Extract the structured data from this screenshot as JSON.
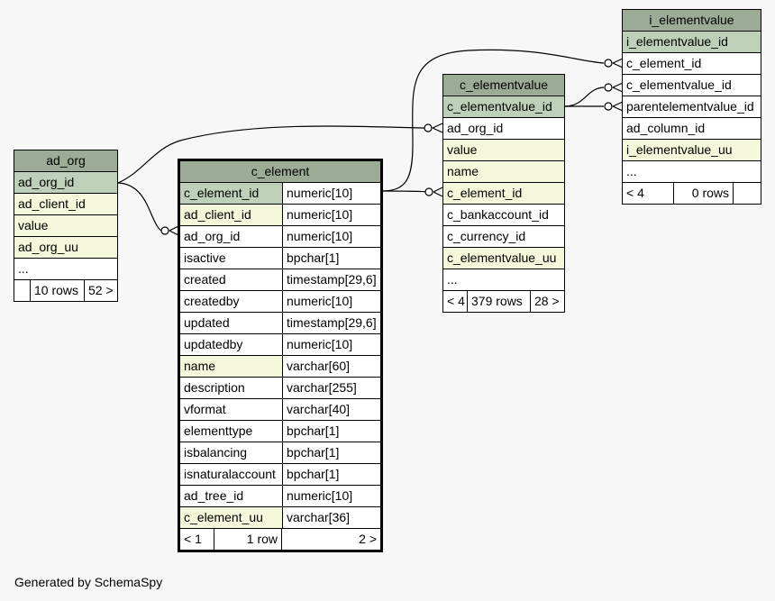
{
  "tables": {
    "ad_org": {
      "name": "ad_org",
      "rows": [
        {
          "col": "ad_org_id",
          "kind": "pk"
        },
        {
          "col": "ad_client_id",
          "kind": "idx"
        },
        {
          "col": "value",
          "kind": "idx"
        },
        {
          "col": "ad_org_uu",
          "kind": "idx"
        },
        {
          "col": "...",
          "kind": "plain"
        }
      ],
      "footer": [
        "",
        "10 rows",
        "52 >"
      ]
    },
    "c_element": {
      "name": "c_element",
      "rows": [
        {
          "col": "c_element_id",
          "type": "numeric[10]",
          "kind": "pk"
        },
        {
          "col": "ad_client_id",
          "type": "numeric[10]",
          "kind": "idx"
        },
        {
          "col": "ad_org_id",
          "type": "numeric[10]",
          "kind": "plain"
        },
        {
          "col": "isactive",
          "type": "bpchar[1]",
          "kind": "plain"
        },
        {
          "col": "created",
          "type": "timestamp[29,6]",
          "kind": "plain"
        },
        {
          "col": "createdby",
          "type": "numeric[10]",
          "kind": "plain"
        },
        {
          "col": "updated",
          "type": "timestamp[29,6]",
          "kind": "plain"
        },
        {
          "col": "updatedby",
          "type": "numeric[10]",
          "kind": "plain"
        },
        {
          "col": "name",
          "type": "varchar[60]",
          "kind": "idx"
        },
        {
          "col": "description",
          "type": "varchar[255]",
          "kind": "plain"
        },
        {
          "col": "vformat",
          "type": "varchar[40]",
          "kind": "plain"
        },
        {
          "col": "elementtype",
          "type": "bpchar[1]",
          "kind": "plain"
        },
        {
          "col": "isbalancing",
          "type": "bpchar[1]",
          "kind": "plain"
        },
        {
          "col": "isnaturalaccount",
          "type": "bpchar[1]",
          "kind": "plain"
        },
        {
          "col": "ad_tree_id",
          "type": "numeric[10]",
          "kind": "plain"
        },
        {
          "col": "c_element_uu",
          "type": "varchar[36]",
          "kind": "idx"
        }
      ],
      "footer": [
        "< 1",
        "1 row",
        "2 >"
      ]
    },
    "c_elementvalue": {
      "name": "c_elementvalue",
      "rows": [
        {
          "col": "c_elementvalue_id",
          "kind": "pk"
        },
        {
          "col": "ad_org_id",
          "kind": "plain"
        },
        {
          "col": "value",
          "kind": "idx"
        },
        {
          "col": "name",
          "kind": "idx"
        },
        {
          "col": "c_element_id",
          "kind": "idx"
        },
        {
          "col": "c_bankaccount_id",
          "kind": "plain"
        },
        {
          "col": "c_currency_id",
          "kind": "plain"
        },
        {
          "col": "c_elementvalue_uu",
          "kind": "idx"
        },
        {
          "col": "...",
          "kind": "plain"
        }
      ],
      "footer": [
        "< 4",
        "379 rows",
        "28 >"
      ]
    },
    "i_elementvalue": {
      "name": "i_elementvalue",
      "rows": [
        {
          "col": "i_elementvalue_id",
          "kind": "pk"
        },
        {
          "col": "c_element_id",
          "kind": "plain"
        },
        {
          "col": "c_elementvalue_id",
          "kind": "plain"
        },
        {
          "col": "parentelementvalue_id",
          "kind": "plain"
        },
        {
          "col": "ad_column_id",
          "kind": "plain"
        },
        {
          "col": "i_elementvalue_uu",
          "kind": "idx"
        },
        {
          "col": "...",
          "kind": "plain"
        }
      ],
      "footer": [
        "< 4",
        "0 rows",
        ""
      ]
    }
  },
  "colors": {
    "title_bg": "#9bab96",
    "pk_bg": "#bed1b8",
    "index_bg": "#f4f7da",
    "page_bg": "#f7f7f7"
  },
  "generated_by": "Generated by SchemaSpy"
}
